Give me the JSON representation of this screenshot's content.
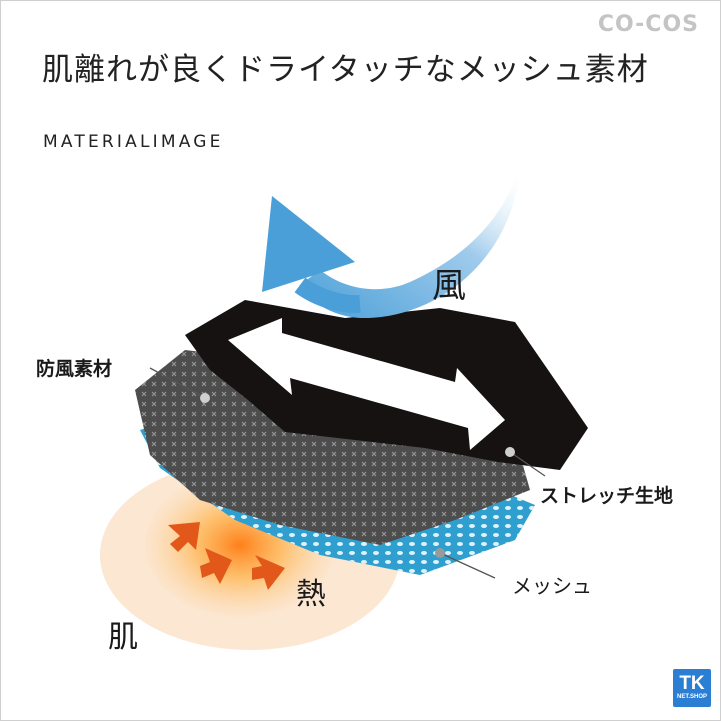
{
  "brand": "CO-COS",
  "headline": "肌離れが良くドライタッチなメッシュ素材",
  "subhead": "MATERIALIMAGE",
  "labels": {
    "wind": "風",
    "windproof": "防風素材",
    "stretch": "ストレッチ生地",
    "mesh": "メッシュ",
    "heat": "熱",
    "skin": "肌"
  },
  "logo": {
    "main": "TK",
    "sub": "NET.SHOP"
  },
  "colors": {
    "wind_arrow": "#5aa9dc",
    "mesh": "#2f9fd0",
    "stretch": "#555555",
    "outer_layer": "#161212",
    "heat": "#f08c1e"
  }
}
